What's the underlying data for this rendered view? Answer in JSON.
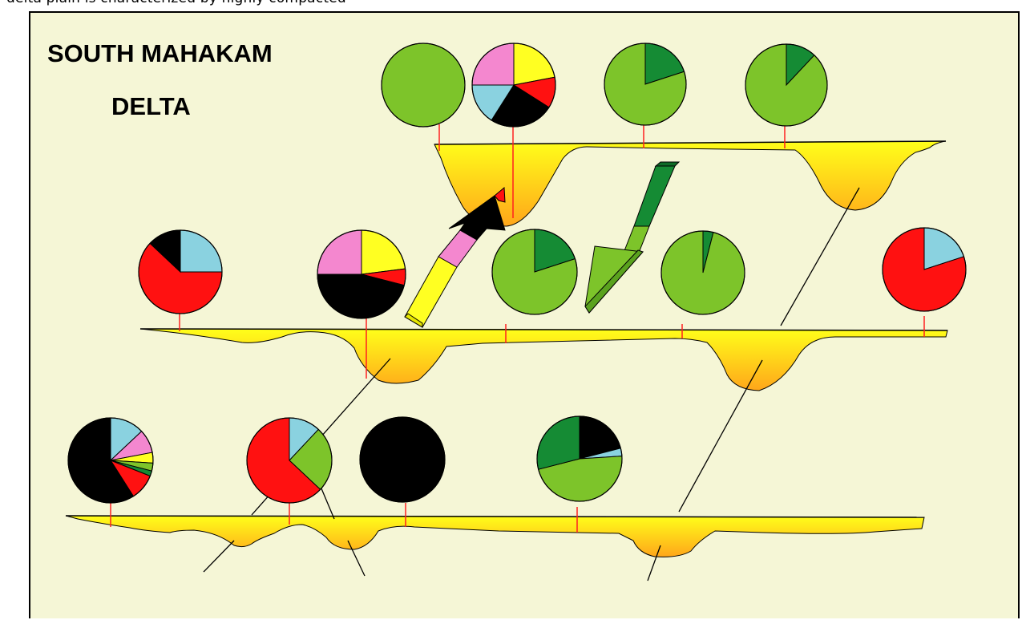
{
  "caption": "delta plain is characterized by highly compacted",
  "title": {
    "line1": "SOUTH MAHAKAM",
    "line2": "DELTA"
  },
  "colors": {
    "light_green": "#7dc42a",
    "dark_green": "#158b34",
    "red": "#ff1111",
    "black": "#000000",
    "pink": "#f487cf",
    "yellow": "#ffff22",
    "cyan": "#8ad2e0",
    "channel_top": "#ffff1a",
    "channel_bottom": "#ffa61a",
    "marker": "#ff2020",
    "background": "#f5f6d6"
  },
  "profiles": [
    {
      "name": "top",
      "pies": [
        {
          "label": "top-pie-1",
          "slices": [
            {
              "color": "light_green",
              "fraction": 1.0
            }
          ]
        },
        {
          "label": "top-pie-2",
          "slices": [
            {
              "color": "yellow",
              "fraction": 0.22
            },
            {
              "color": "red",
              "fraction": 0.12
            },
            {
              "color": "black",
              "fraction": 0.25
            },
            {
              "color": "cyan",
              "fraction": 0.16
            },
            {
              "color": "pink",
              "fraction": 0.25
            }
          ]
        },
        {
          "label": "top-pie-3",
          "slices": [
            {
              "color": "dark_green",
              "fraction": 0.2
            },
            {
              "color": "light_green",
              "fraction": 0.8
            }
          ]
        },
        {
          "label": "top-pie-4",
          "slices": [
            {
              "color": "dark_green",
              "fraction": 0.12
            },
            {
              "color": "light_green",
              "fraction": 0.88
            }
          ]
        }
      ]
    },
    {
      "name": "middle",
      "pies": [
        {
          "label": "middle-pie-1",
          "slices": [
            {
              "color": "cyan",
              "fraction": 0.25
            },
            {
              "color": "red",
              "fraction": 0.62
            },
            {
              "color": "black",
              "fraction": 0.13
            }
          ]
        },
        {
          "label": "middle-pie-2",
          "slices": [
            {
              "color": "yellow",
              "fraction": 0.23
            },
            {
              "color": "red",
              "fraction": 0.06
            },
            {
              "color": "black",
              "fraction": 0.46
            },
            {
              "color": "pink",
              "fraction": 0.25
            }
          ]
        },
        {
          "label": "middle-pie-3",
          "slices": [
            {
              "color": "dark_green",
              "fraction": 0.2
            },
            {
              "color": "light_green",
              "fraction": 0.8
            }
          ]
        },
        {
          "label": "middle-pie-4",
          "slices": [
            {
              "color": "dark_green",
              "fraction": 0.04
            },
            {
              "color": "light_green",
              "fraction": 0.96
            }
          ]
        },
        {
          "label": "middle-pie-5",
          "slices": [
            {
              "color": "cyan",
              "fraction": 0.2
            },
            {
              "color": "red",
              "fraction": 0.8
            }
          ]
        }
      ]
    },
    {
      "name": "bottom",
      "pies": [
        {
          "label": "bottom-pie-1",
          "slices": [
            {
              "color": "cyan",
              "fraction": 0.13
            },
            {
              "color": "pink",
              "fraction": 0.09
            },
            {
              "color": "yellow",
              "fraction": 0.04
            },
            {
              "color": "light_green",
              "fraction": 0.03
            },
            {
              "color": "dark_green",
              "fraction": 0.02
            },
            {
              "color": "red",
              "fraction": 0.1
            },
            {
              "color": "black",
              "fraction": 0.59
            }
          ]
        },
        {
          "label": "bottom-pie-2",
          "slices": [
            {
              "color": "cyan",
              "fraction": 0.12
            },
            {
              "color": "light_green",
              "fraction": 0.25
            },
            {
              "color": "red",
              "fraction": 0.63
            }
          ]
        },
        {
          "label": "bottom-pie-3",
          "slices": [
            {
              "color": "black",
              "fraction": 1.0
            }
          ]
        },
        {
          "label": "bottom-pie-4",
          "slices": [
            {
              "color": "black",
              "fraction": 0.21
            },
            {
              "color": "cyan",
              "fraction": 0.03
            },
            {
              "color": "light_green",
              "fraction": 0.47
            },
            {
              "color": "dark_green",
              "fraction": 0.29
            }
          ]
        }
      ]
    }
  ]
}
